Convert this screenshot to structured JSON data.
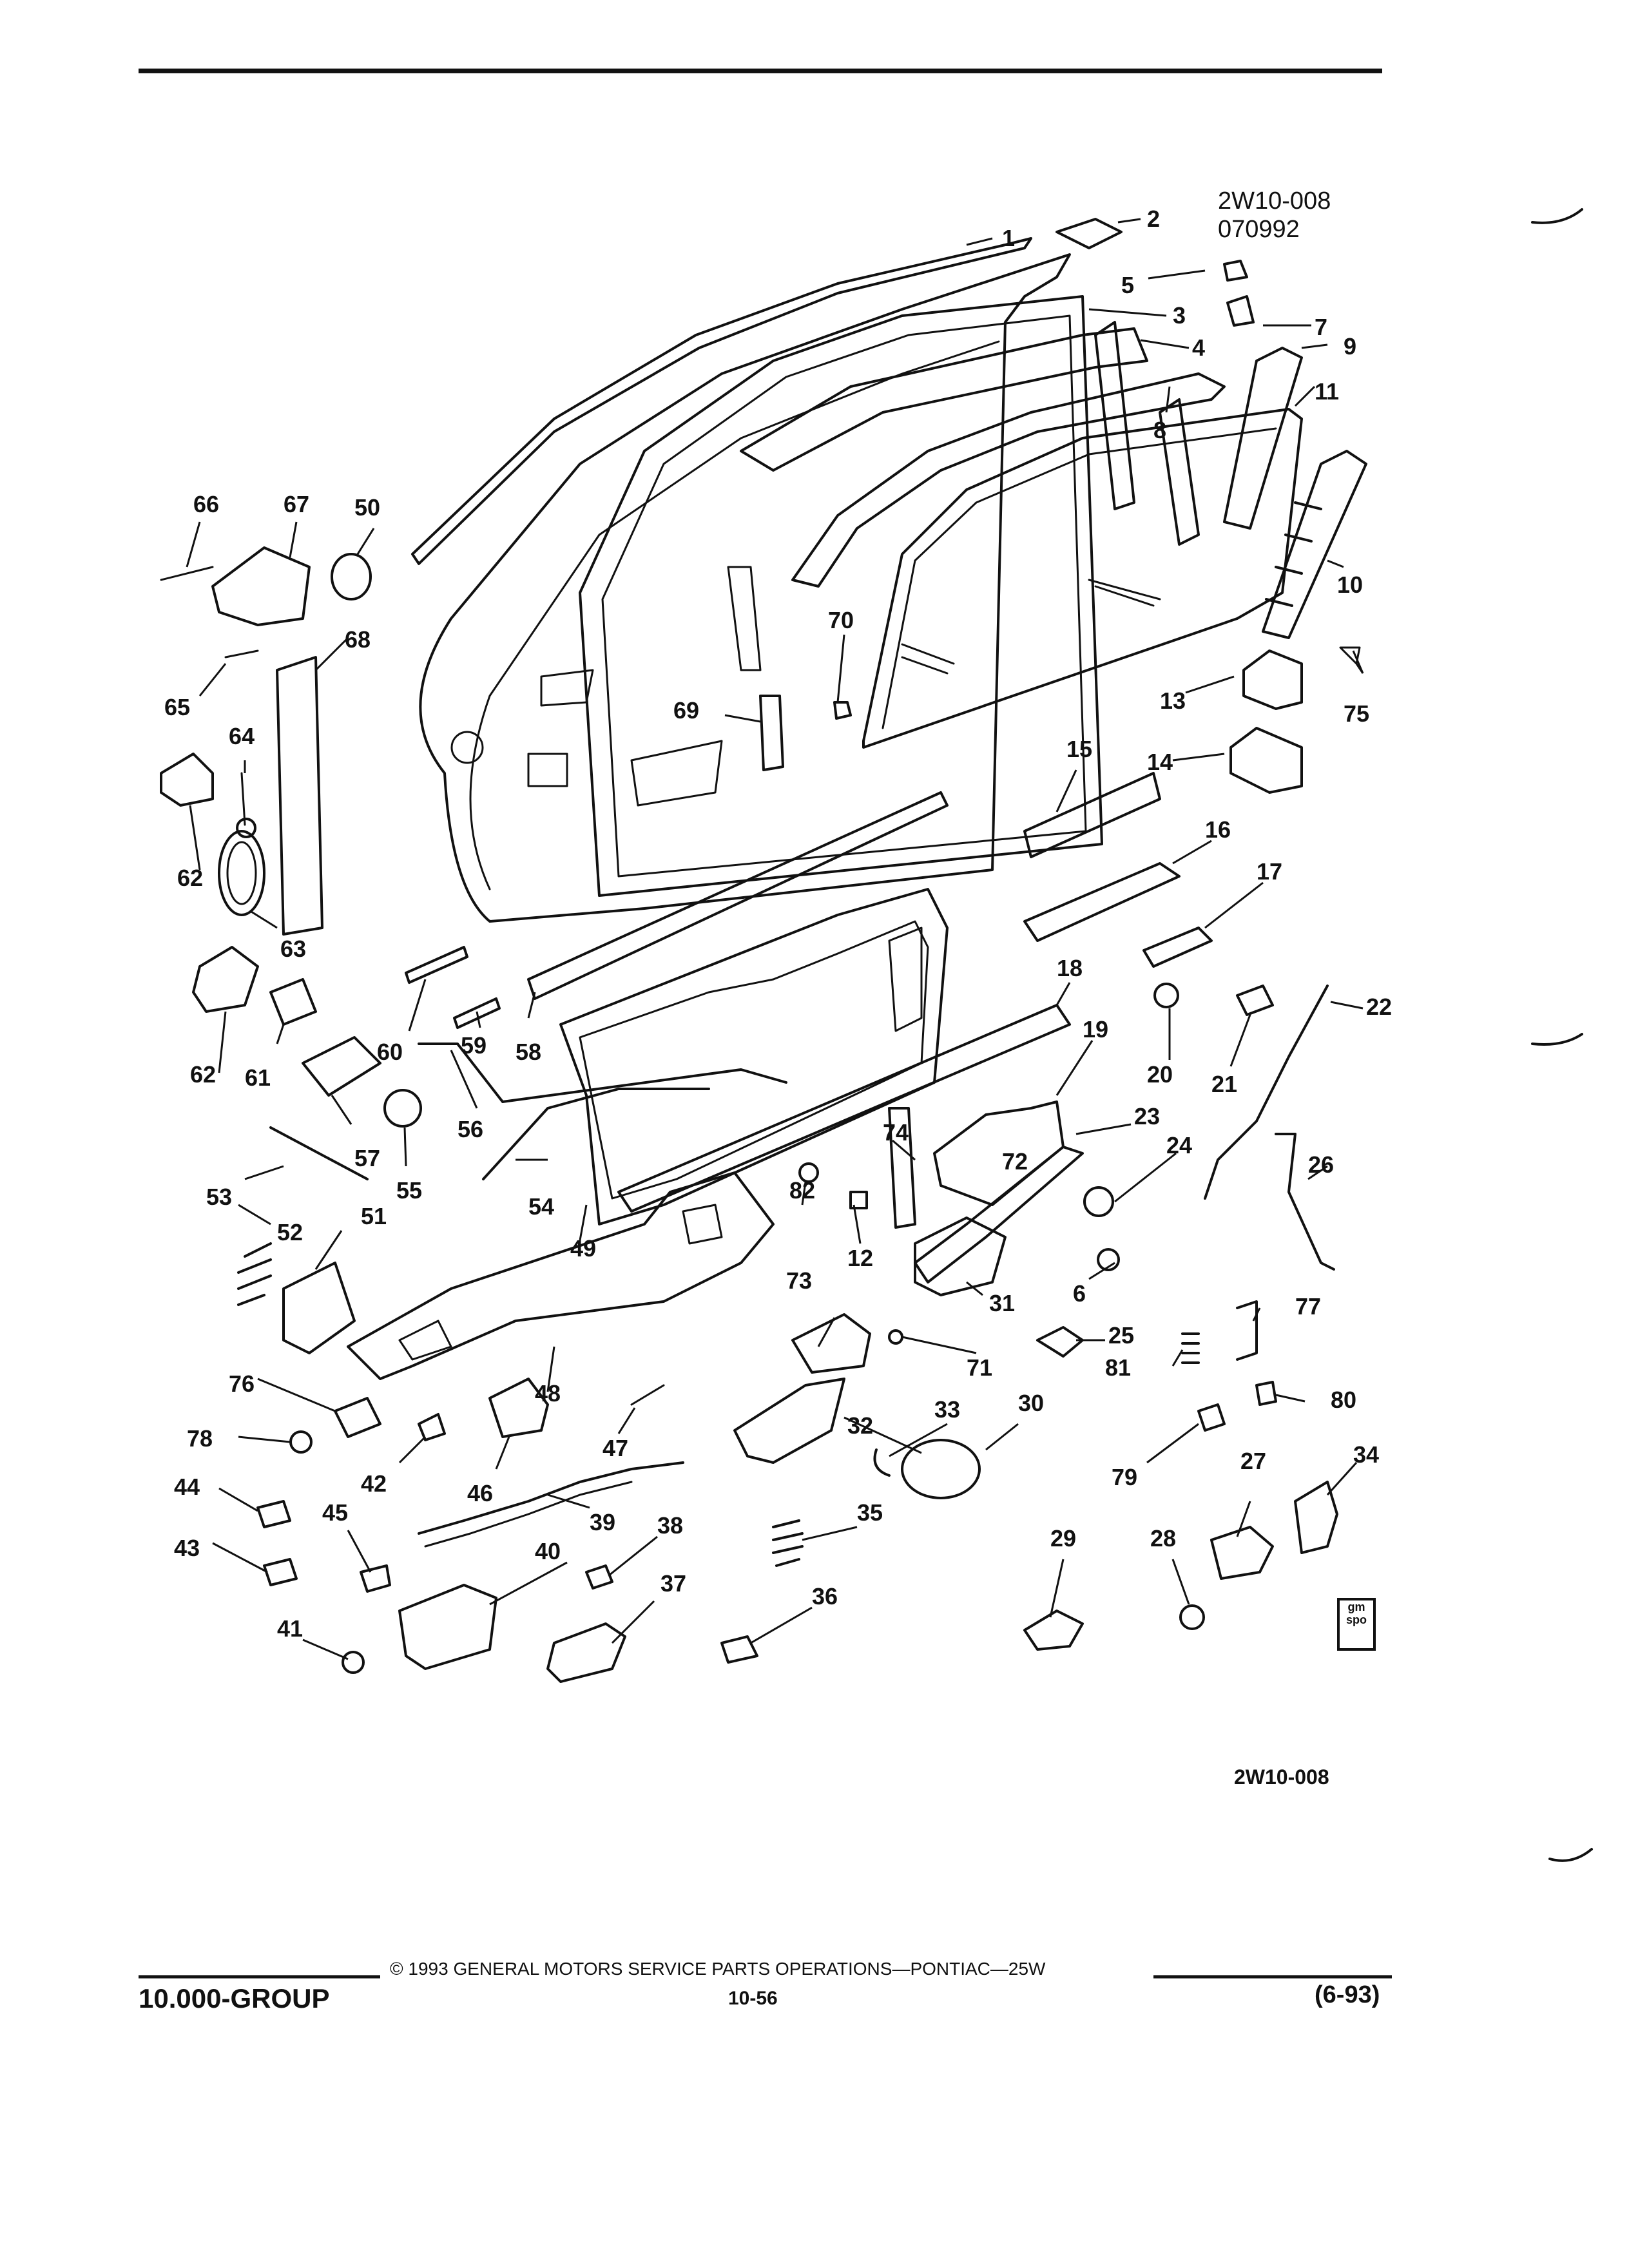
{
  "header": {
    "drawing_id": "2W10-008",
    "drawing_date": "070992"
  },
  "callouts": [
    "1",
    "2",
    "3",
    "4",
    "5",
    "6",
    "7",
    "8",
    "9",
    "10",
    "11",
    "12",
    "13",
    "14",
    "15",
    "16",
    "17",
    "18",
    "19",
    "20",
    "21",
    "22",
    "23",
    "24",
    "25",
    "26",
    "27",
    "28",
    "29",
    "30",
    "31",
    "32",
    "33",
    "34",
    "35",
    "36",
    "37",
    "38",
    "39",
    "40",
    "41",
    "42",
    "43",
    "44",
    "45",
    "46",
    "47",
    "48",
    "49",
    "50",
    "51",
    "52",
    "53",
    "54",
    "55",
    "56",
    "57",
    "58",
    "59",
    "60",
    "61",
    "62",
    "62",
    "63",
    "64",
    "65",
    "66",
    "67",
    "68",
    "69",
    "70",
    "71",
    "72",
    "73",
    "74",
    "75",
    "76",
    "77",
    "78",
    "79",
    "80",
    "81",
    "82"
  ],
  "reference_id": "2W10-008",
  "logo_text": [
    "gm",
    "spo"
  ],
  "footer": {
    "copyright": "© 1993 GENERAL MOTORS SERVICE PARTS OPERATIONS—PONTIAC—25W",
    "group": "10.000-GROUP",
    "page": "10-56",
    "date": "(6-93)"
  }
}
